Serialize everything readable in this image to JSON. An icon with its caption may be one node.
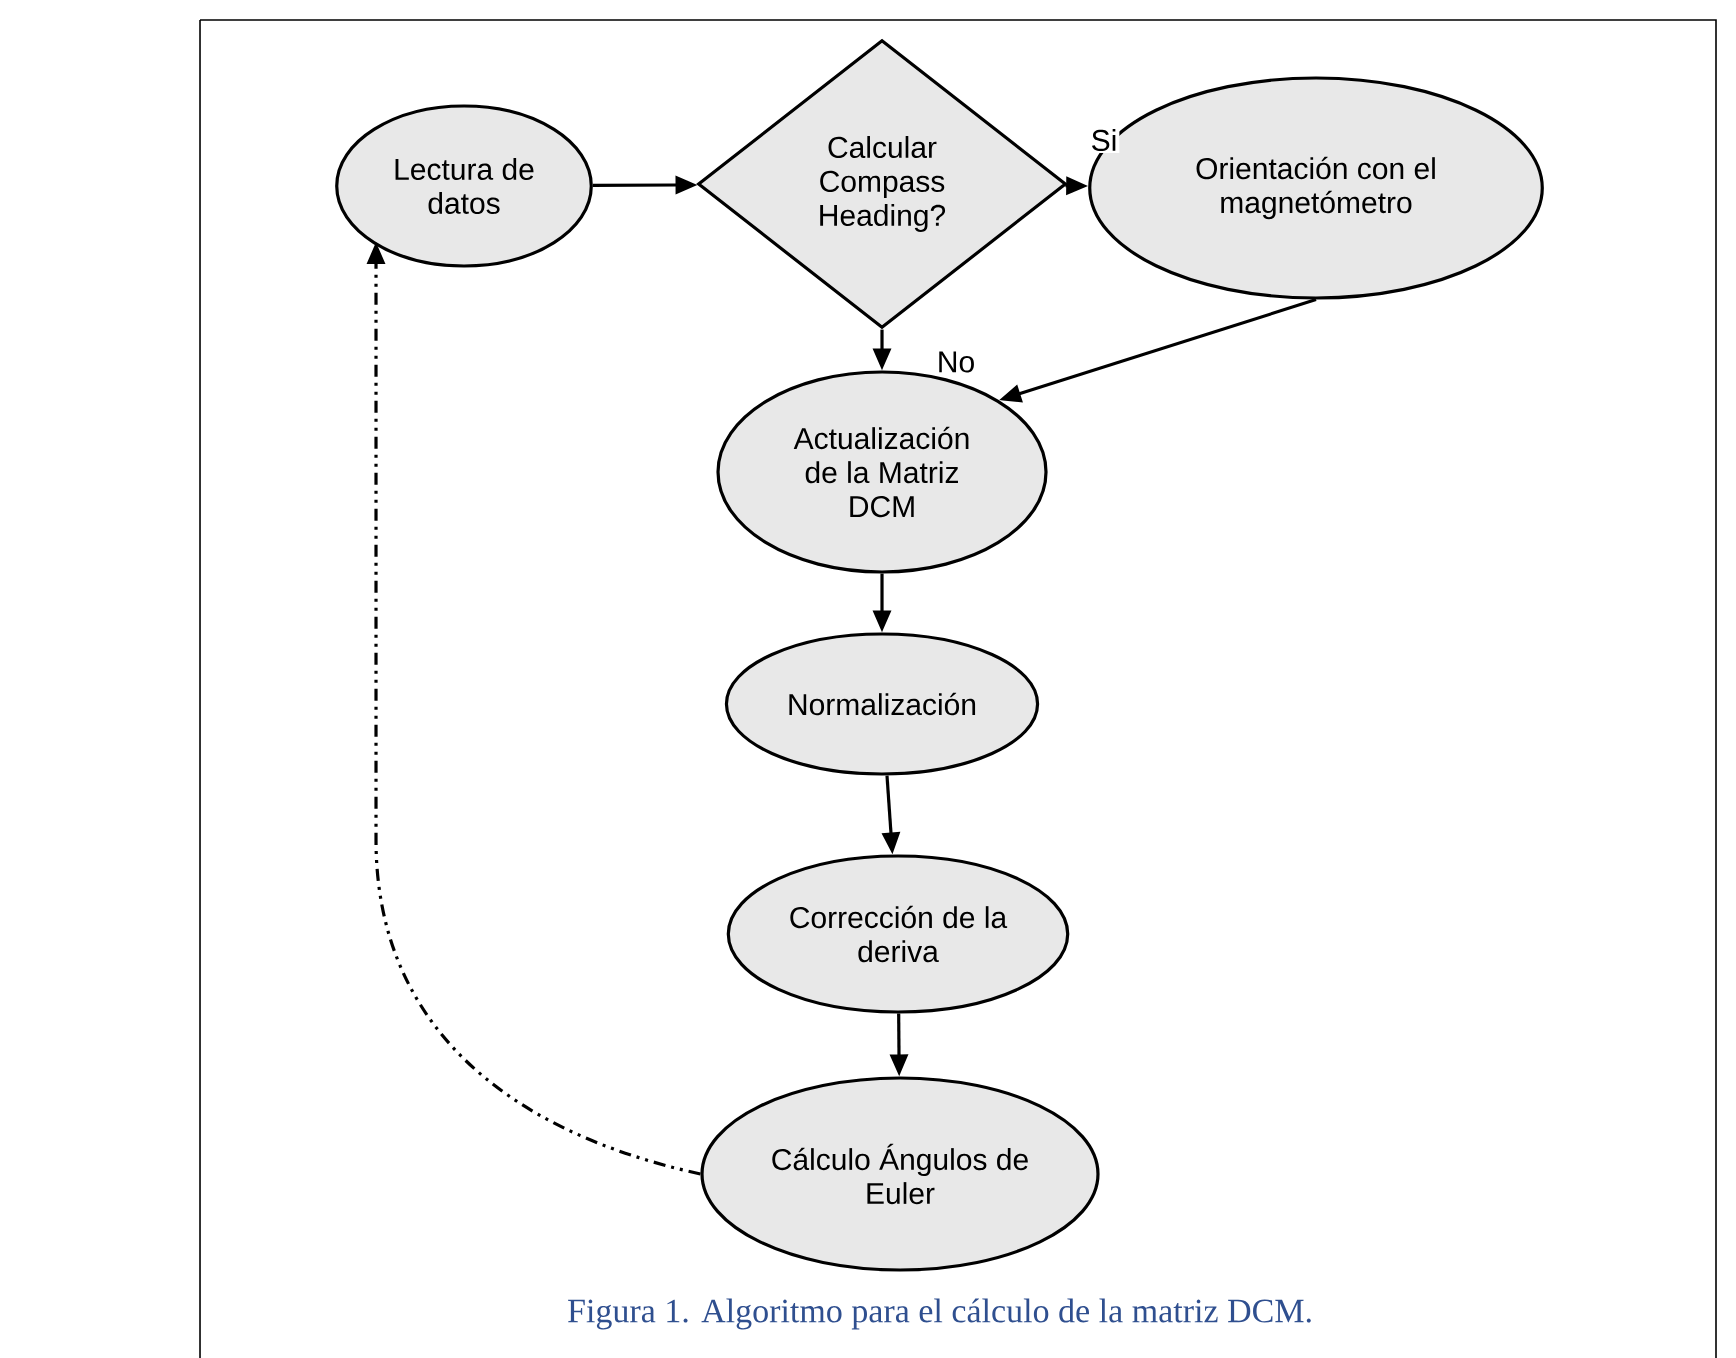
{
  "diagram": {
    "caption": "Figura 1.  Algoritmo para el cálculo de la matriz DCM.",
    "nodes": [
      {
        "text": [
          "Lectura de datos"
        ]
      },
      {
        "text": [
          "Calcular Compass Heading?"
        ]
      },
      {
        "text": [
          "Orientación con el magnetómetro"
        ]
      },
      {
        "text": [
          "Actualización de la Matriz DCM"
        ]
      },
      {
        "text": [
          "Normalización"
        ]
      },
      {
        "text": [
          "Corrección de la deriva"
        ]
      },
      {
        "text": [
          "Cálculo Ángulos de Euler"
        ]
      }
    ],
    "edges": [
      {
        "from": 0,
        "to": 1,
        "arrow": "to"
      },
      {
        "from": 1,
        "to": 2,
        "arrow": "to",
        "label": "Si"
      },
      {
        "from": 1,
        "to": 3,
        "arrow": "to",
        "label": "No"
      },
      {
        "from": 2,
        "to": 3,
        "arrow": "to"
      },
      {
        "from": 3,
        "to": 4,
        "arrow": "to"
      },
      {
        "from": 4,
        "to": 5,
        "arrow": "to"
      },
      {
        "from": 5,
        "to": 6,
        "arrow": "to"
      },
      {
        "from": 6,
        "to": 0,
        "arrow": "to",
        "style": "dashed"
      }
    ]
  }
}
